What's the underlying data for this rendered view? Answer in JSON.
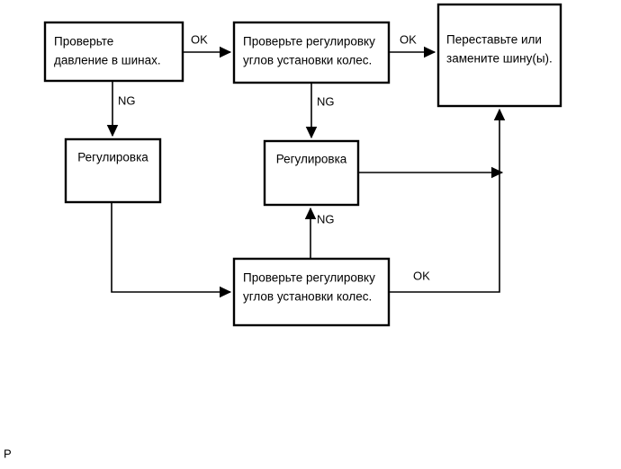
{
  "diagram": {
    "title": "Tire diagnostic flowchart",
    "background_color": "#ffffff",
    "line_color": "#000000",
    "nodes": [
      {
        "id": "check-pressure",
        "lines": [
          "Проверьте",
          "давление в шинах."
        ]
      },
      {
        "id": "check-alignment-top",
        "lines": [
          "Проверьте регулировку",
          "углов установки колес."
        ]
      },
      {
        "id": "replace-tires",
        "lines": [
          "Переставьте или",
          "замените шину(ы)."
        ]
      },
      {
        "id": "adjust-left",
        "lines": [
          "Регулировка"
        ]
      },
      {
        "id": "adjust-middle",
        "lines": [
          "Регулировка"
        ]
      },
      {
        "id": "check-alignment-bottom",
        "lines": [
          "Проверьте регулировку",
          "углов установки колес."
        ]
      }
    ],
    "edge_labels": {
      "ok_pressure_to_alignment": "OK",
      "ok_alignment_to_replace": "OK",
      "ng_pressure_to_adjust": "NG",
      "ng_alignment_to_adjust": "NG",
      "ng_bottom_to_adjust": "NG",
      "ok_bottom_to_replace": "OK"
    },
    "corner_mark": "P"
  }
}
